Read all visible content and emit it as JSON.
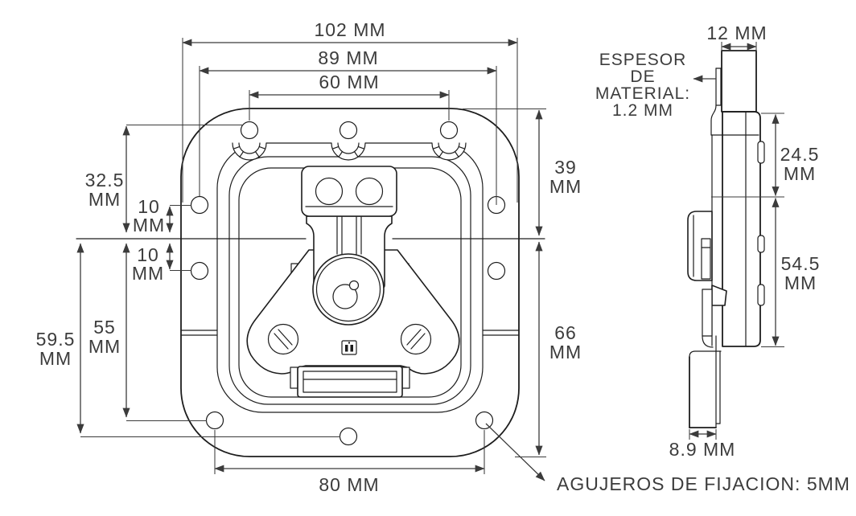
{
  "drawing": {
    "kind": "technical-dimension-drawing",
    "units": "MM",
    "front_view": {
      "dim_overall_width": "102 MM",
      "dim_side_hole_span": "89 MM",
      "dim_top_hole_span": "60 MM",
      "dim_top_to_centerline": {
        "value": "39",
        "unit": "MM"
      },
      "dim_centerline_to_bottom": {
        "value": "66",
        "unit": "MM"
      },
      "dim_top_holes_to_centerline": {
        "value": "32.5",
        "unit": "MM"
      },
      "dim_upper_hole_offset": {
        "value": "10",
        "unit": "MM"
      },
      "dim_lower_hole_offset": {
        "value": "10",
        "unit": "MM"
      },
      "dim_centerline_to_bottom_holes": {
        "value": "55",
        "unit": "MM"
      },
      "dim_centerline_to_bottom_center_hole": {
        "value": "59.5",
        "unit": "MM"
      },
      "dim_bottom_hole_span": "80 MM"
    },
    "side_view": {
      "dim_top_depth": "12 MM",
      "dim_upper_section": {
        "value": "24.5",
        "unit": "MM"
      },
      "dim_lower_section": {
        "value": "54.5",
        "unit": "MM"
      },
      "dim_handle_protrusion": "8.9 MM",
      "material_note": {
        "line1": "ESPESOR",
        "line2": "DE",
        "line3": "MATERIAL:",
        "line4": "1.2 MM"
      }
    },
    "mounting_note": "AGUJEROS DE FIJACION: 5MM"
  }
}
